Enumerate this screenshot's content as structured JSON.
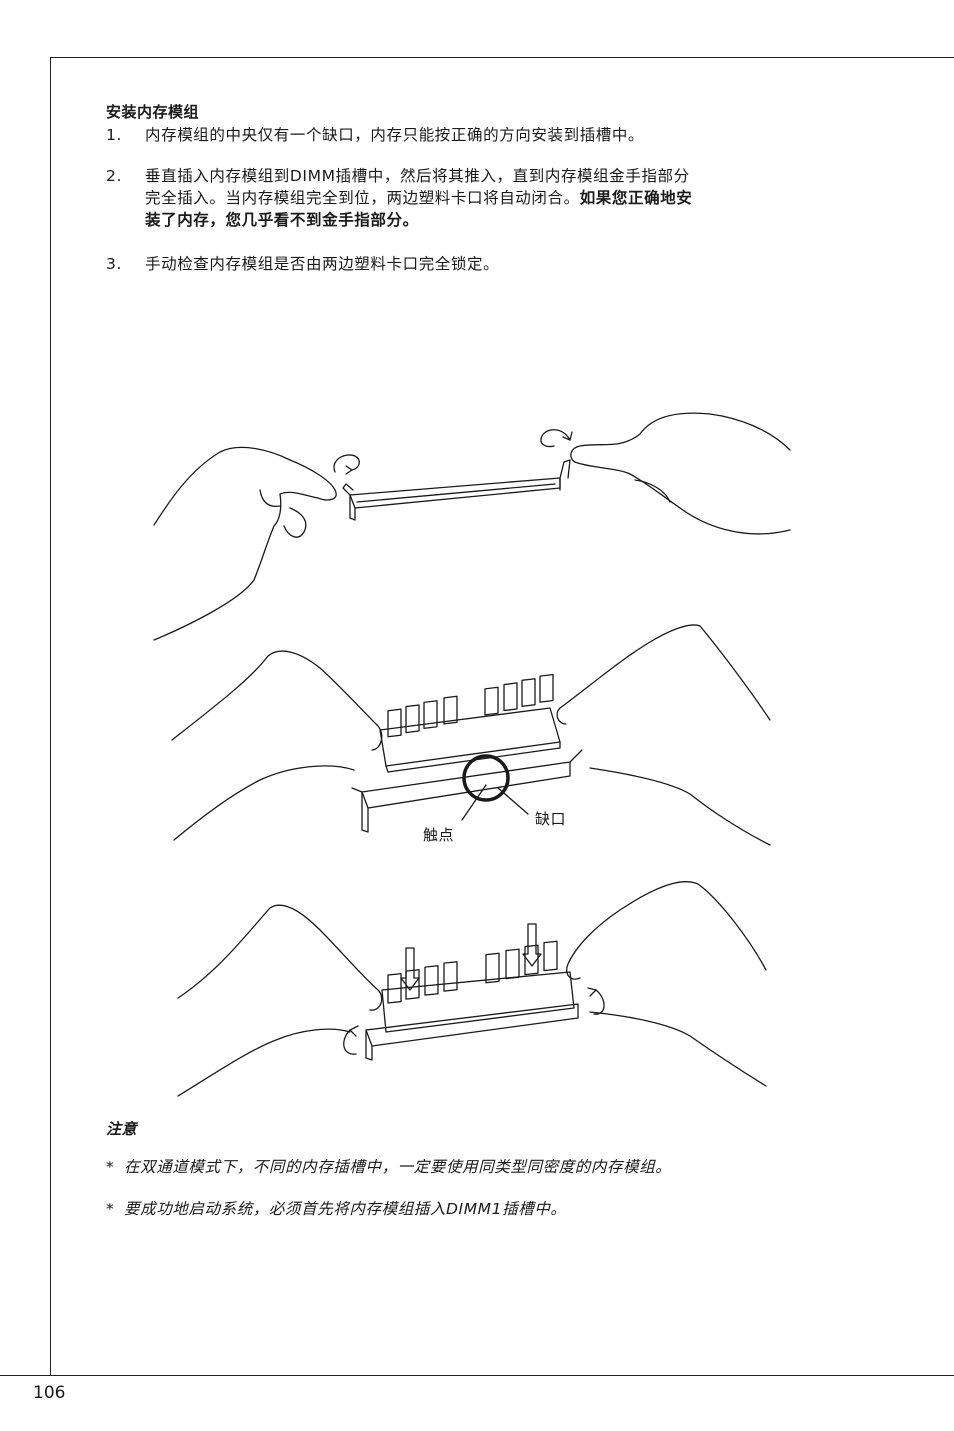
{
  "section": {
    "title": "安装内存模组",
    "steps": [
      {
        "num": "1.",
        "text": "内存模组的中央仅有一个缺口，内存只能按正确的方向安装到插槽中。"
      },
      {
        "num": "2.",
        "line1": "垂直插入内存模组到DIMM插槽中，然后将其推入，直到内存模组金手指部分",
        "line2a": "完全插入。当内存模组完全到位，两边塑料卡口将自动闭合。",
        "line2b": "如果您正确地安",
        "line3": "装了内存，您几乎看不到金手指部分。"
      },
      {
        "num": "3.",
        "text": "手动检查内存模组是否由两边塑料卡口完全锁定。"
      }
    ]
  },
  "figure": {
    "label_contact": "触点",
    "label_notch": "缺口"
  },
  "note": {
    "title": "注意",
    "bullet": "*",
    "items": [
      "在双通道模式下，不同的内存插槽中，一定要使用同类型同密度的内存模组。",
      "要成功地启动系统，必须首先将内存模组插入DIMM1插槽中。"
    ]
  },
  "footer": {
    "page_number": "106"
  }
}
